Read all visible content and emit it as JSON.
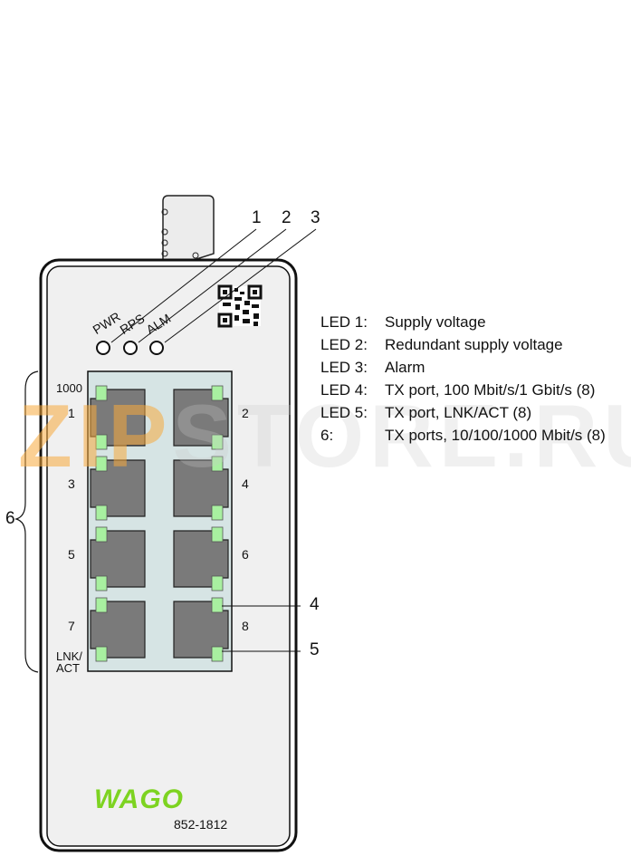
{
  "device": {
    "led_labels": [
      "PWR",
      "RPS",
      "ALM"
    ],
    "speed_label": "1000",
    "lnk_label_line1": "LNK/",
    "lnk_label_line2": "ACT",
    "model_number": "852-1812",
    "brand_logo": "WAGO"
  },
  "ports": {
    "left": [
      "1",
      "3",
      "5",
      "7"
    ],
    "right": [
      "2",
      "4",
      "6",
      "8"
    ]
  },
  "callouts": {
    "top": [
      "1",
      "2",
      "3"
    ],
    "right_led4": "4",
    "right_led5": "5",
    "left_group": "6"
  },
  "legend": [
    {
      "key": "LED 1:",
      "value": "Supply voltage"
    },
    {
      "key": "LED 2:",
      "value": "Redundant supply voltage"
    },
    {
      "key": "LED 3:",
      "value": "Alarm"
    },
    {
      "key": "LED 4:",
      "value": "TX port, 100 Mbit/s/1 Gbit/s (8)"
    },
    {
      "key": "LED 5:",
      "value": "TX port, LNK/ACT (8)"
    },
    {
      "key": "6:",
      "value": "TX ports, 10/100/1000 Mbit/s (8)"
    }
  ],
  "watermark": {
    "part1": "ZIP",
    "part2": "STORE.RU"
  },
  "colors": {
    "led_green": "#a8f0a0",
    "port_gray": "#7a7a7a",
    "panel_bg": "#d6e4e4",
    "body_bg": "#f0f0f0",
    "brand_green": "#7dd321"
  }
}
